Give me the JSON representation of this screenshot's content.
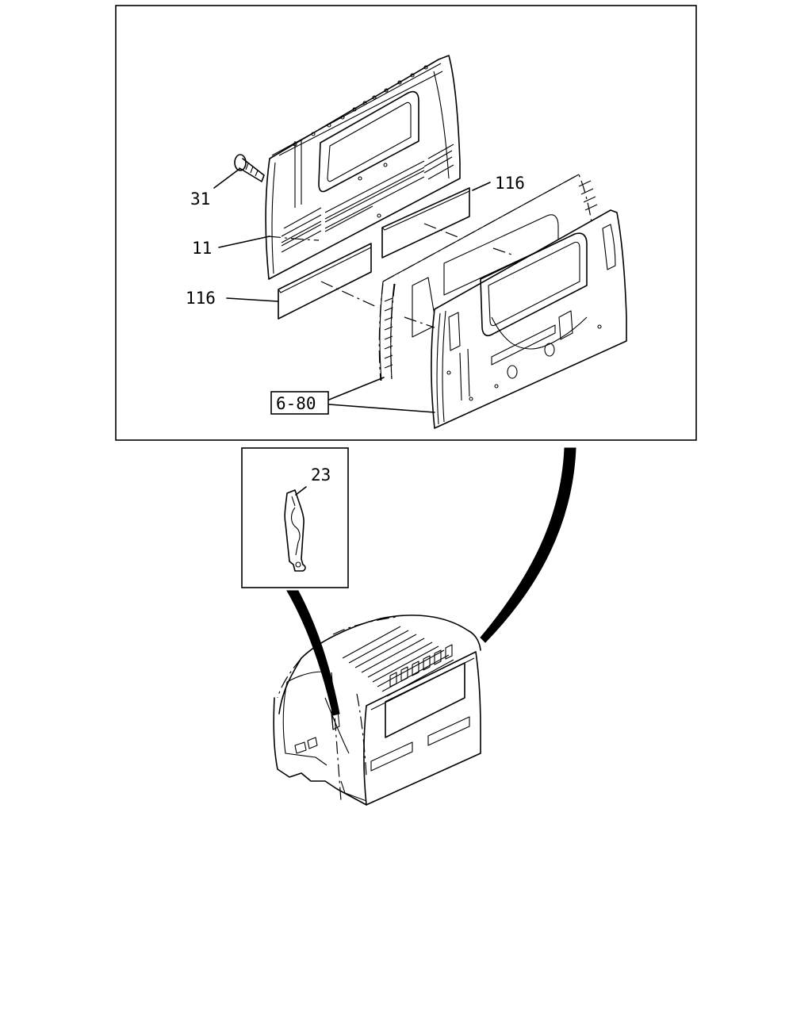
{
  "labels": {
    "bolt": "31",
    "panel": "11",
    "pad_upper": "116",
    "pad_lower": "116",
    "ref_box": "6-80",
    "bracket": "23"
  },
  "colors": {
    "line": "#000000",
    "background": "#ffffff"
  }
}
